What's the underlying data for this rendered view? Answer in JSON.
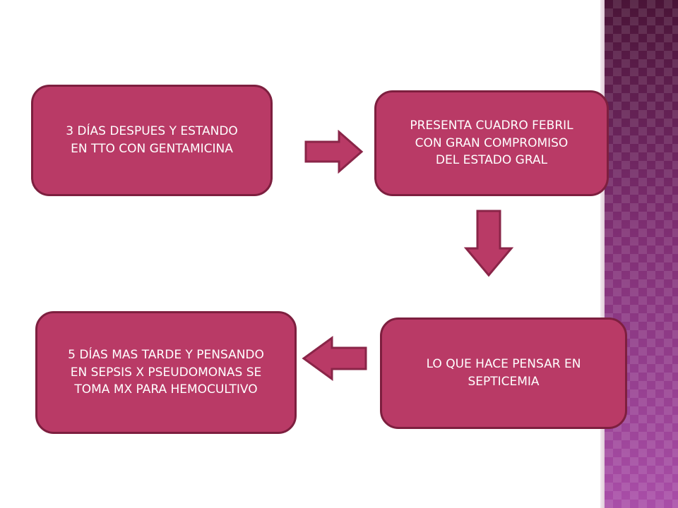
{
  "diagram": {
    "boxes": [
      {
        "id": "box1",
        "text": "3 DÍAS DESPUES Y ESTANDO\nEN TTO CON GENTAMICINA"
      },
      {
        "id": "box2",
        "text": "PRESENTA CUADRO FEBRIL\nCON GRAN COMPROMISO\nDEL ESTADO GRAL"
      },
      {
        "id": "box3",
        "text": "LO QUE HACE PENSAR EN\nSEPTICEMIA"
      },
      {
        "id": "box4",
        "text": "5 DÍAS MAS TARDE Y PENSANDO\nEN SEPSIS X PSEUDOMONAS SE\nTOMA MX PARA HEMOCULTIVO"
      }
    ],
    "arrows": [
      {
        "from": "box1",
        "to": "box2",
        "direction": "right"
      },
      {
        "from": "box2",
        "to": "box3",
        "direction": "down"
      },
      {
        "from": "box3",
        "to": "box4",
        "direction": "left"
      }
    ]
  },
  "colors": {
    "box_fill": "#b93a66",
    "box_border": "#7d1f3f",
    "side_band": "#7a2a6e"
  }
}
